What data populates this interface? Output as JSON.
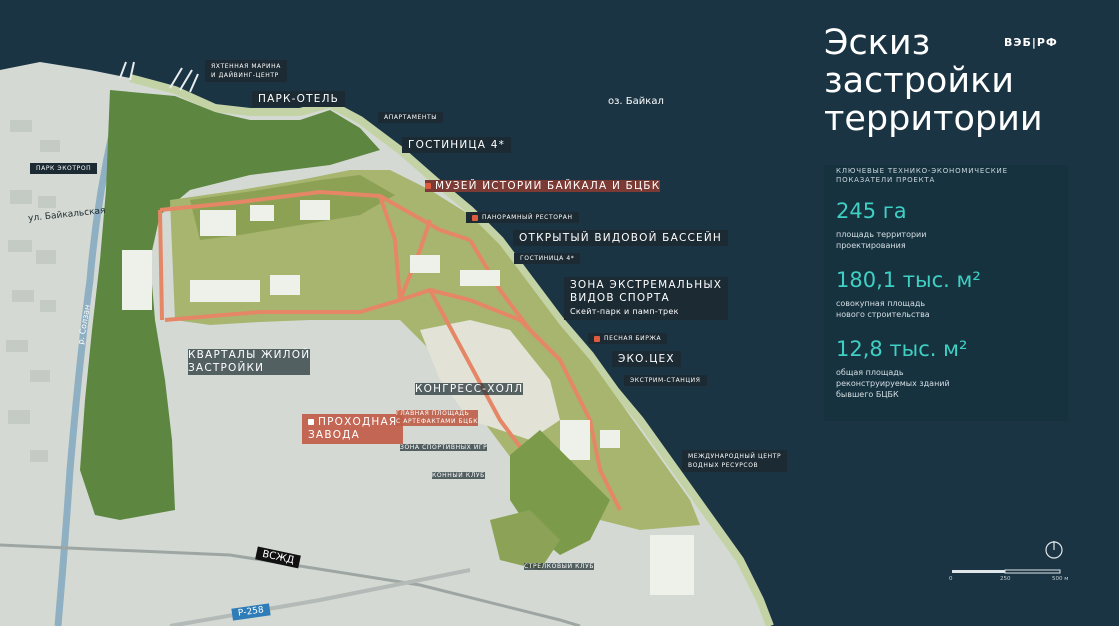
{
  "title": {
    "line1": "Эскиз",
    "line2": "застройки",
    "line3": "территории"
  },
  "logo": "ВЭБ|РФ",
  "lake": "оз. Байкал",
  "streets": {
    "baikalskaya": "ул. Байкальская",
    "river": "р. Солзан"
  },
  "roads": {
    "railway": "ВСЖД",
    "highway": "Р-258"
  },
  "labels": {
    "marina": [
      "ЯХТЕННАЯ МАРИНА",
      "И ДАЙВИНГ-ЦЕНТР"
    ],
    "park_hotel": "ПАРК-ОТЕЛЬ",
    "apartments": "АПАРТАМЕНТЫ",
    "hotel4_main": "ГОСТИНИЦА 4*",
    "ecotrail": "ПАРК ЭКОТРОП",
    "museum": "МУЗЕЙ ИСТОРИИ БАЙКАЛА И БЦБК",
    "panorama_restaurant": "ПАНОРАМНЫЙ РЕСТОРАН",
    "pool": "ОТКРЫТЫЙ ВИДОВОЙ БАССЕЙН",
    "hotel4_small": "ГОСТИНИЦА 4*",
    "extreme_zone": [
      "ЗОНА ЭКСТРЕМАЛЬНЫХ",
      "ВИДОВ СПОРТА"
    ],
    "extreme_sub": "Скейт-парк и памп-трек",
    "sand_beach": "ПЕСНАЯ БИРЖА",
    "eco_shop": "ЭКО.ЦЕХ",
    "extreme_station": "ЭКСТРИМ-СТАНЦИЯ",
    "housing": [
      "КВАРТАЛЫ ЖИЛОЙ",
      "ЗАСТРОЙКИ"
    ],
    "congress": "КОНГРЕСС-ХОЛЛ",
    "checkpoint": [
      "ПРОХОДНАЯ",
      "ЗАВОДА"
    ],
    "main_square": [
      "ГЛАВНАЯ ПЛОЩАДЬ",
      "С АРТЕФАКТАМИ БЦБК"
    ],
    "sport_games": "ЗОНА СПОРТИВНЫХ ИГР",
    "horse_club": "КОННЫЙ КЛУБ",
    "water_center": [
      "МЕЖДУНАРОДНЫЙ ЦЕНТР",
      "ВОДНЫХ РЕСУРСОВ"
    ],
    "shooting_club": "СТРЕЛКОВЫЙ КЛУБ"
  },
  "panel": {
    "header": [
      "КЛЮЧЕВЫЕ ТЕХНИКО-ЭКОНОМИЧЕСКИЕ",
      "ПОКАЗАТЕЛИ ПРОЕКТА"
    ],
    "metrics": [
      {
        "value": "245 га",
        "desc": [
          "площадь территории",
          "проектирования"
        ]
      },
      {
        "value": "180,1 тыс. м²",
        "desc": [
          "совокупная площадь",
          "нового строительства"
        ]
      },
      {
        "value": "12,8 тыс. м²",
        "desc": [
          "общая площадь",
          "реконструируемых зданий",
          "бывшего БЦБК"
        ]
      }
    ]
  },
  "scale": {
    "start": "0",
    "mid": "250",
    "end": "500 м"
  },
  "colors": {
    "lake": "#1b3443",
    "land": "#d6dcd4",
    "forest": "#5f8a43",
    "project_roads": "#e58766",
    "label_bg": "#1b2a33",
    "accent": "#3fd0c4",
    "museum_bg": "#7b3a33"
  }
}
